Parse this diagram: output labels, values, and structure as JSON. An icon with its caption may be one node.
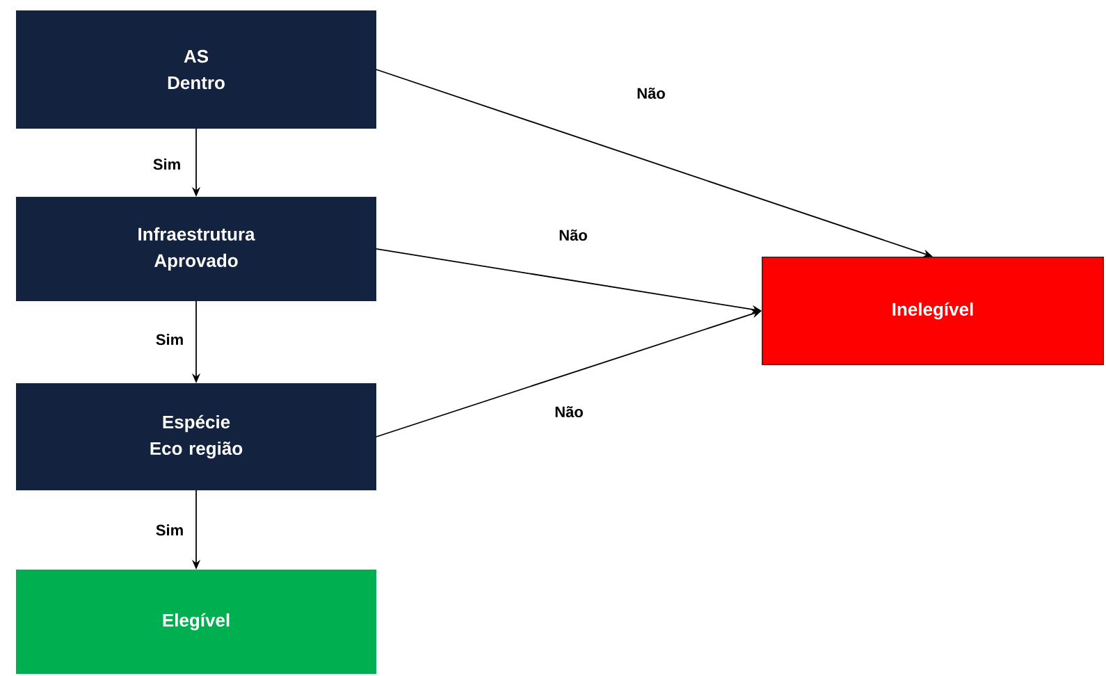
{
  "diagram": {
    "nodes": [
      {
        "text": [
          "AS Dentro"
        ]
      },
      {
        "text": [
          "Infraestrutura Aprovado"
        ]
      },
      {
        "text": [
          "Espécie Eco região"
        ]
      },
      {
        "text": [
          "Elegível"
        ]
      },
      {
        "text": [
          "Inelegível"
        ]
      }
    ],
    "edges": [
      {
        "from": 0,
        "to": 1,
        "arrow": "to",
        "label": "Sim"
      },
      {
        "from": 1,
        "to": 2,
        "arrow": "to",
        "label": "Sim"
      },
      {
        "from": 2,
        "to": 3,
        "arrow": "to",
        "label": "Sim"
      },
      {
        "from": 0,
        "to": 4,
        "arrow": "to",
        "label": "Não"
      },
      {
        "from": 1,
        "to": 4,
        "arrow": "to",
        "label": "Não"
      },
      {
        "from": 2,
        "to": 4,
        "arrow": "to",
        "label": "Não"
      }
    ]
  }
}
